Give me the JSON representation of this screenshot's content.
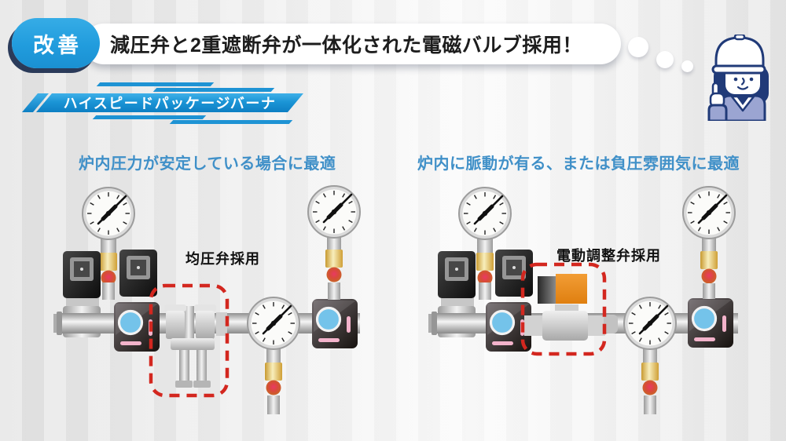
{
  "header": {
    "badge": "改善",
    "headline": "減圧弁と2重遮断弁が一体化された電磁バルブ採用！"
  },
  "banner": {
    "title": "ハイスピードパッケージバーナ"
  },
  "panels": {
    "left": {
      "heading": "炉内圧力が安定している場合に最適",
      "valve_label": "均圧弁採用"
    },
    "right": {
      "heading": "炉内に脈動が有る、または負圧雰囲気に最適",
      "valve_label": "電動調整弁採用"
    }
  },
  "icons": {
    "mascot": "engineer-with-helmet",
    "thought_dots": "thought-bubble-dots",
    "highlight": "red-dashed-highlight-box"
  },
  "colors": {
    "badge_blue": "#219cdd",
    "banner_blue_top": "#3fb0e8",
    "banner_blue_bottom": "#0d7fc3",
    "heading_blue": "#4090c8",
    "highlight_red": "#d3271f",
    "motor_orange": "#e8891c",
    "mascot_navy": "#203a78",
    "gauge_valve_gold": "#e3bc55",
    "indicator_pink": "#f3b3cb",
    "lamp_blue": "#74c3ea"
  }
}
